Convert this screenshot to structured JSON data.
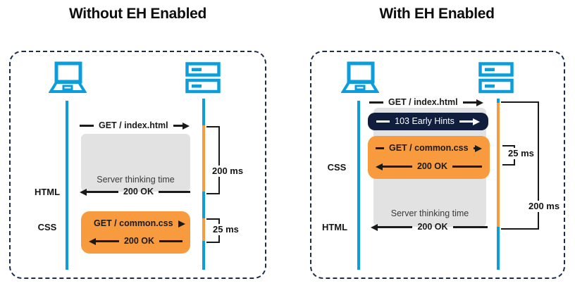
{
  "colors": {
    "blue": "#0d9ddb",
    "orange": "#f79b3e",
    "navy": "#101d3d",
    "graybox": "#e2e2e2",
    "line": "#1a1a1a",
    "dash": "#1f2c49",
    "text": "#1a1a1a"
  },
  "icons": {
    "client": "laptop-icon",
    "server": "server-icon"
  },
  "left_panel": {
    "title": "Without EH Enabled",
    "arrows": {
      "get_index": "GET / index.html",
      "ok_html": "200 OK",
      "get_css": "GET / common.css",
      "ok_css": "200 OK"
    },
    "boxes": {
      "server_thinking": "Server thinking time"
    },
    "labels": {
      "html": "HTML",
      "css": "CSS"
    },
    "timings": {
      "total": "200 ms",
      "css": "25 ms"
    }
  },
  "right_panel": {
    "title": "With EH Enabled",
    "arrows": {
      "get_index": "GET / index.html",
      "early_hints": "103 Early Hints",
      "get_css": "GET / common.css",
      "ok_css": "200 OK",
      "ok_html": "200 OK"
    },
    "boxes": {
      "server_thinking": "Server thinking time"
    },
    "labels": {
      "html": "HTML",
      "css": "CSS"
    },
    "timings": {
      "total": "200 ms",
      "css": "25 ms"
    }
  }
}
